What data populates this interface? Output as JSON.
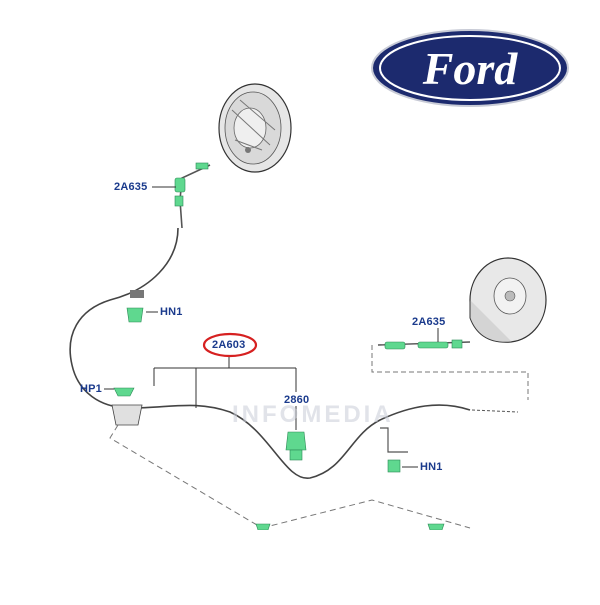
{
  "brand": {
    "logo_text": "Ford",
    "logo_color": "#1c2a6e"
  },
  "callouts": {
    "upper_front_cable": "2A635",
    "rear_cable": "2A635",
    "hanger_upper": "HN1",
    "hanger_lower": "HN1",
    "main_cable": "2A603",
    "pin": "HP1",
    "bracket": "2860"
  },
  "highlight": {
    "target": "2A603",
    "color": "#d62020"
  },
  "watermark": "INFOMEDIA",
  "colors": {
    "callout_text": "#1a3a8c",
    "part_green": "#5fd88f",
    "line": "#333333"
  }
}
